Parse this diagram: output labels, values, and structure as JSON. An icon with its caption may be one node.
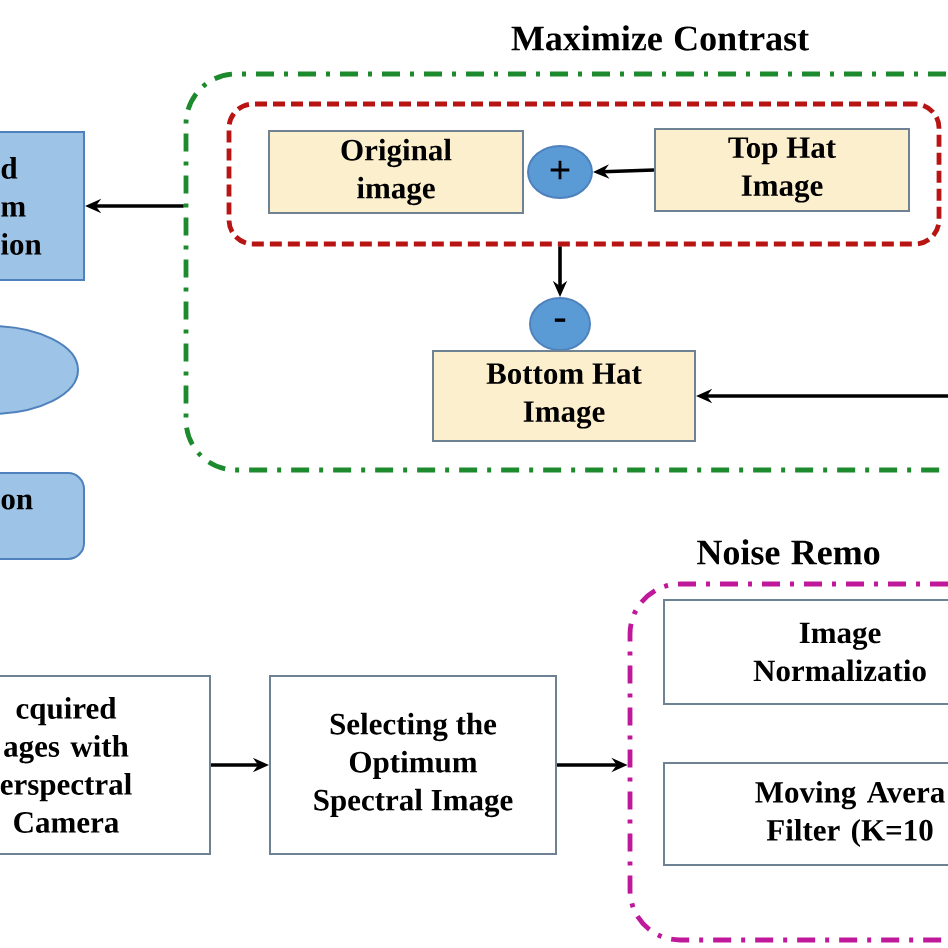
{
  "diagram": {
    "nodes": [
      {
        "text": [
          "Maximize Contrast"
        ]
      },
      {
        "text": [],
        "shape": "box",
        "in": 0
      },
      {
        "text": [
          "Original image"
        ],
        "in": 1
      },
      {
        "text": [
          "+"
        ],
        "in": 1
      },
      {
        "text": [
          "Top Hat Image"
        ],
        "in": 1
      },
      {
        "text": [
          "-"
        ],
        "in": 0
      },
      {
        "text": [
          "Bottom Hat Image"
        ],
        "in": 0
      },
      {
        "text": [
          "d m ion"
        ]
      },
      {
        "text": [],
        "shape": "ellipse"
      },
      {
        "text": [
          "on"
        ]
      },
      {
        "text": [
          "cquired ages with erspectral Camera"
        ]
      },
      {
        "text": [
          "Selecting the Optimum Spectral Image"
        ]
      },
      {
        "text": [
          "Noise Remo"
        ]
      },
      {
        "text": [
          "Image Normalizatio"
        ],
        "in": 12
      },
      {
        "text": [
          "Moving Avera Filter (K=10"
        ],
        "in": 12
      }
    ],
    "edges": [
      {
        "from": 4,
        "to": 3,
        "arrow": "to"
      },
      {
        "from": 1,
        "to": 5,
        "arrow": "to"
      },
      {
        "from": 0,
        "to": 7,
        "arrow": "to"
      },
      {
        "from": null,
        "to": 6,
        "arrow": "to"
      },
      {
        "from": 10,
        "to": 11,
        "arrow": "to"
      },
      {
        "from": 11,
        "to": 12,
        "arrow": "to"
      }
    ]
  }
}
